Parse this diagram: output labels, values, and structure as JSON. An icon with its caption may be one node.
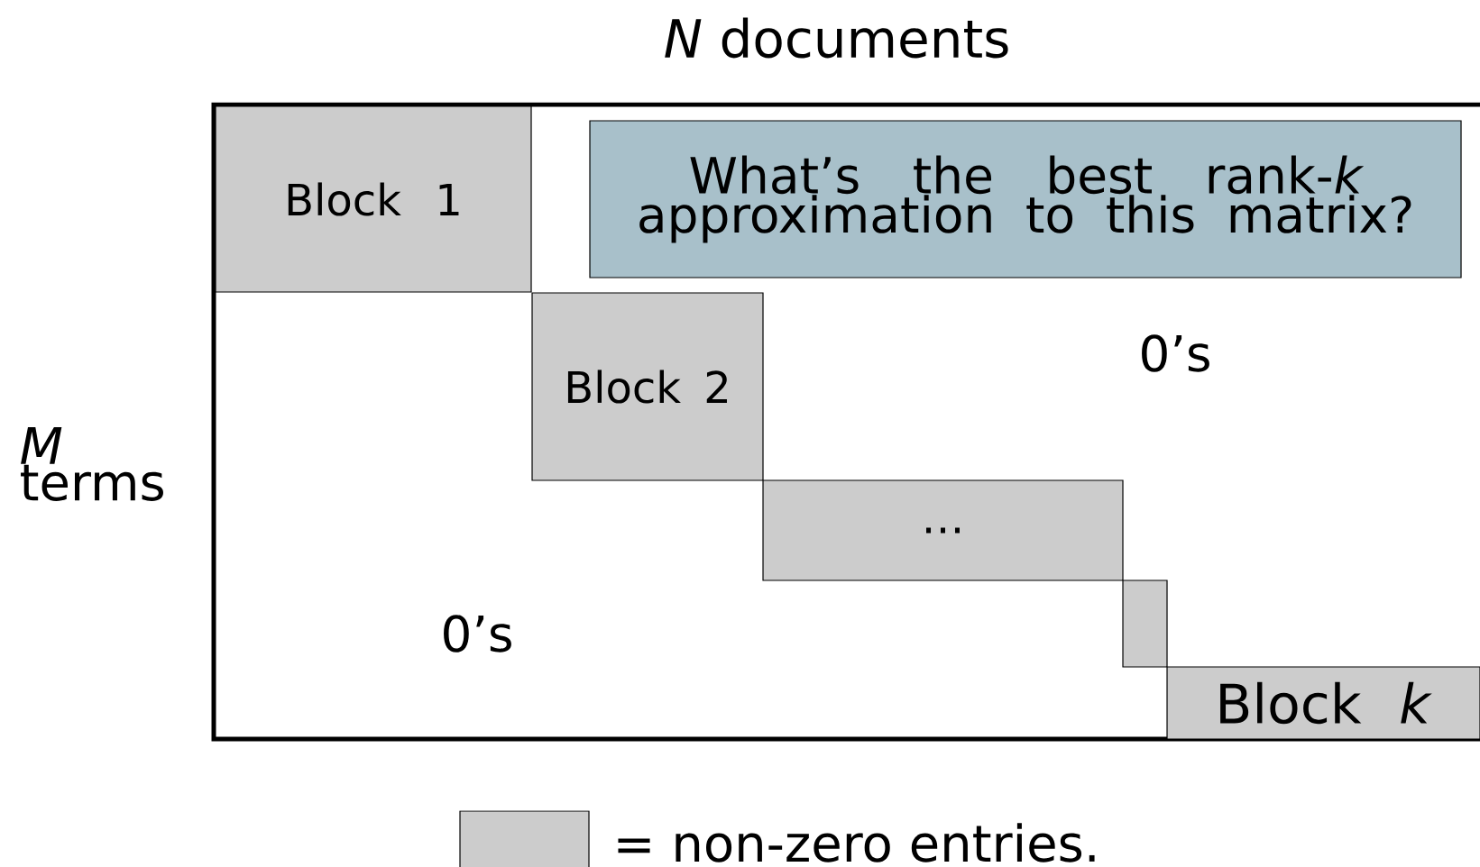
{
  "diagram": {
    "title": "*N* documents",
    "nodes": [
      {
        "text": [
          "Block 1"
        ]
      },
      {
        "text": [
          "What’s the best rank-*k* approximation to this matrix?"
        ]
      },
      {
        "text": [
          "Block 2"
        ]
      },
      {
        "text": [
          "…"
        ]
      },
      {
        "text": [],
        "shape": "box"
      },
      {
        "text": [
          "Block *k*"
        ]
      }
    ],
    "edges": [],
    "labels": [
      "0’s",
      "*M* terms",
      "0’s"
    ],
    "legend": [
      {
        "text": "= non-zero entries.",
        "color": "#cccccc"
      }
    ]
  }
}
